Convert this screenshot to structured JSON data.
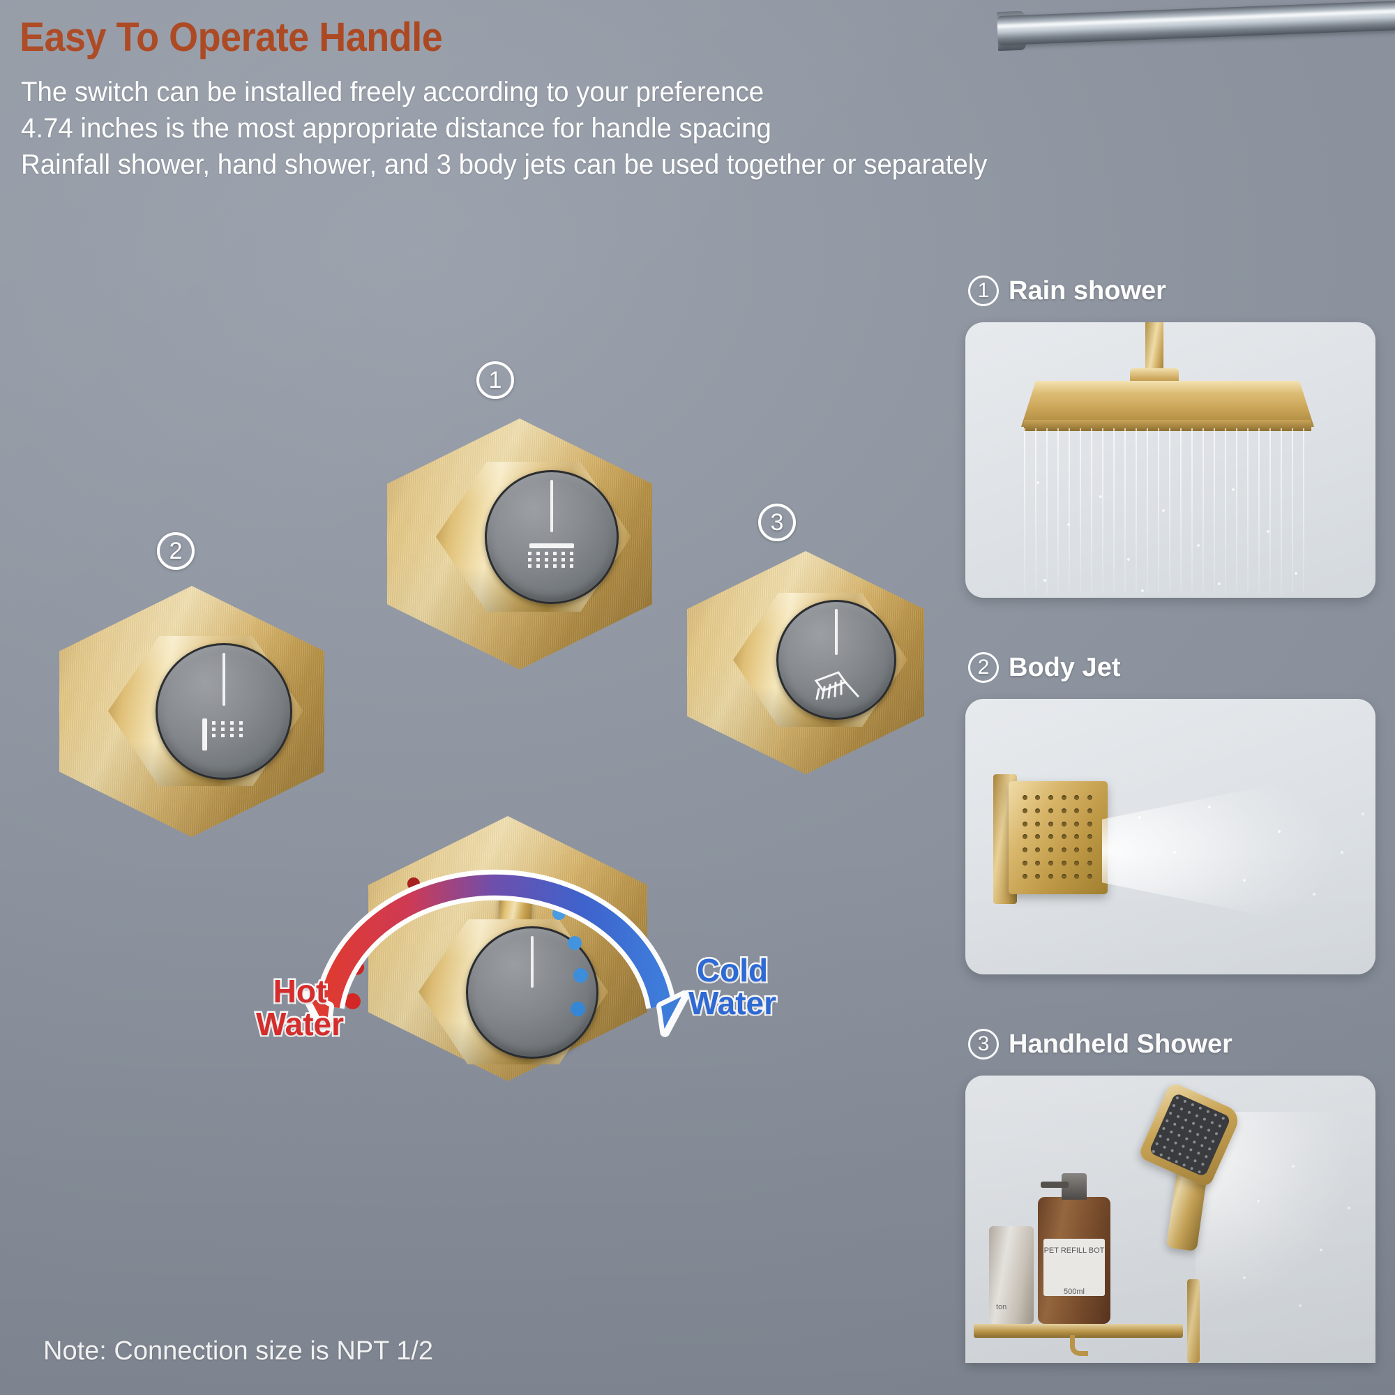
{
  "header": {
    "title": "Easy To Operate Handle",
    "title_color": "#a9431c",
    "lines": [
      "The switch can be installed freely according to your preference",
      "4.74 inches is the most appropriate distance for handle spacing",
      "Rainfall shower, hand shower, and 3 body jets can be used together or separately"
    ]
  },
  "footer": {
    "note": "Note: Connection size is NPT 1/2"
  },
  "handles": [
    {
      "marker": "1",
      "function": "Rain shower",
      "icon": "rain-shower-icon"
    },
    {
      "marker": "2",
      "function": "Body Jet",
      "icon": "body-jet-icon"
    },
    {
      "marker": "3",
      "function": "Handheld Shower",
      "icon": "handheld-shower-icon"
    }
  ],
  "thermostatic": {
    "hot_label": "Hot\nWater",
    "cold_label": "Cold\nWater",
    "hot_color": "#d92d2d",
    "cold_color": "#2f6bd8"
  },
  "panels": [
    {
      "marker": "1",
      "label": "Rain shower"
    },
    {
      "marker": "2",
      "label": "Body Jet"
    },
    {
      "marker": "3",
      "label": "Handheld Shower"
    }
  ],
  "props": {
    "bottle_label_line1": "PET REFILL BOT",
    "bottle_label_line2": "500ml",
    "bottle2_text": "ton"
  }
}
